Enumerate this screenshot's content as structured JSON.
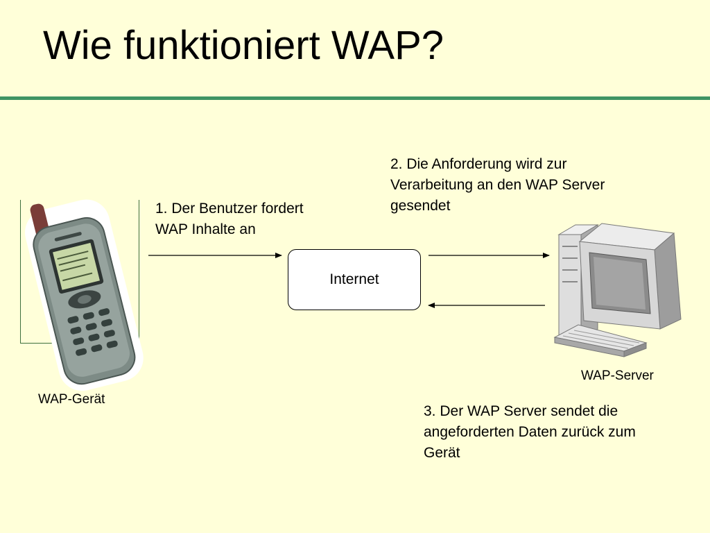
{
  "slide": {
    "title": "Wie funktioniert WAP?"
  },
  "diagram": {
    "step1": [
      "1. Der Benutzer fordert",
      "WAP Inhalte an"
    ],
    "step2": [
      "2. Die Anforderung wird zur",
      "Verarbeitung an den WAP Server",
      "gesendet"
    ],
    "step3": [
      "3. Der WAP Server sendet die",
      "angeforderten Daten zurück zum",
      "Gerät"
    ],
    "internet_label": "Internet",
    "device_label": "WAP-Gerät",
    "server_label": "WAP-Server"
  },
  "icons": {
    "phone": "mobile-phone-icon",
    "server": "desktop-computer-icon"
  },
  "colors": {
    "background": "#ffffd9",
    "rule": "#3f9464"
  }
}
